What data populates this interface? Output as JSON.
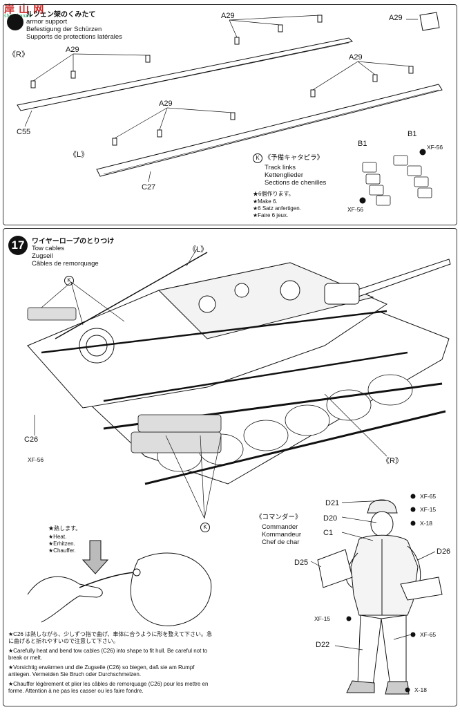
{
  "watermark": "shenshanzhi",
  "step16": {
    "title_jp": "ルツェン架のくみたて",
    "title_en": "armor support",
    "title_de": "Befestigung der Schürzen",
    "title_fr": "Supports de protections latérales",
    "labels": {
      "a29_top": "A29",
      "a29_corner": "A29",
      "a29_left": "A29",
      "a29_right": "A29",
      "a29_bottom": "A29",
      "r": "《R》",
      "l": "《L》",
      "c55": "C55",
      "c27": "C27",
      "b1_left": "B1",
      "b1_right": "B1",
      "xf56_a": "XF-56",
      "xf56_b": "XF-56"
    },
    "track": {
      "k": "K",
      "jp": "《予備キャタピラ》",
      "en": "Track links",
      "de": "Kettenglieder",
      "fr": "Sections de chenilles",
      "make_jp": "★6個作ります。",
      "make_en": "★Make 6.",
      "make_de": "★6 Satz anfertigen.",
      "make_fr": "★Faire 6 jeux."
    }
  },
  "step17": {
    "number": "17",
    "title_jp": "ワイヤーロープのとりつけ",
    "title_en": "Tow cables",
    "title_de": "Zugseil",
    "title_fr": "Câbles de remorquage",
    "labels": {
      "l": "《L》",
      "k_a": "K",
      "k_b": "K",
      "c26": "C26",
      "xf56": "XF-56",
      "r": "《R》"
    },
    "heat": {
      "jp": "★熱します。",
      "en": "★Heat.",
      "de": "★Erhitzen.",
      "fr": "★Chauffer."
    },
    "notes": {
      "jp": "★C26 は熱しながら、少しずつ指で曲げ、車体に合うように形を整えて下さい。急に曲げると折れやすいので注意して下さい。",
      "en": "★Carefully heat and bend tow cables (C26) into shape to fit hull. Be careful not to break or melt.",
      "de": "★Vorsichtig erwärmen und die Zugseile (C26) so biegen, daß sie am Rumpf anliegen. Vermeiden Sie Bruch oder Durchschmelzen.",
      "fr": "★Chauffer légèrement et plier les câbles de remorquage (C26) pour les mettre en forme. Attention à ne pas les casser ou les faire fondre."
    },
    "commander": {
      "jp": "《コマンダー》",
      "en": "Commander",
      "de": "Kommandeur",
      "fr": "Chef de char",
      "d21": "D21",
      "d20": "D20",
      "c1": "C1",
      "d25": "D25",
      "d26": "D26",
      "d22": "D22",
      "xf65_a": "XF-65",
      "xf15_a": "XF-15",
      "x18_a": "X-18",
      "xf15_b": "XF-15",
      "xf65_b": "XF-65",
      "x18_b": "X-18"
    }
  }
}
